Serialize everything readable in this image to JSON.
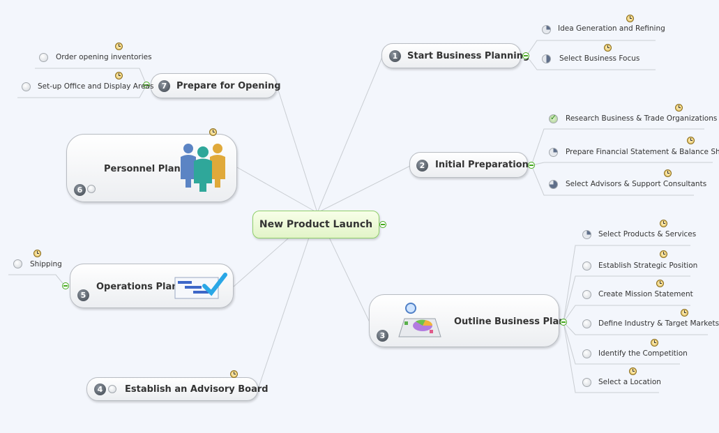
{
  "center": {
    "label": "New Product Launch"
  },
  "branches": {
    "b1": {
      "number": "1",
      "label": "Start Business Planning"
    },
    "b2": {
      "number": "2",
      "label": "Initial Preparation"
    },
    "b3": {
      "number": "3",
      "label": "Outline Business Plan"
    },
    "b4": {
      "number": "4",
      "label": "Establish an Advisory Board"
    },
    "b5": {
      "number": "5",
      "label": "Operations Plan"
    },
    "b6": {
      "number": "6",
      "label": "Personnel Plan"
    },
    "b7": {
      "number": "7",
      "label": "Prepare for Opening"
    }
  },
  "leaves": {
    "b1": [
      "Idea Generation and Refining",
      "Select Business Focus"
    ],
    "b2": [
      "Research Business & Trade Organizations",
      "Prepare Financial Statement & Balance Sheet",
      "Select Advisors & Support Consultants"
    ],
    "b3": [
      "Select Products & Services",
      "Establish Strategic Position",
      "Create Mission Statement",
      "Define Industry & Target Markets",
      "Identify the Competition",
      "Select a Location"
    ],
    "b5": [
      "Shipping"
    ],
    "b7": [
      "Order opening inventories",
      "Set-up Office and Display Areas"
    ]
  },
  "icons": {
    "clock": "clock-icon",
    "task": "task-progress-icon",
    "people": "people-icon",
    "gantt": "gantt-chart-icon",
    "chart": "pie-chart-icon",
    "collapse": "collapse-icon"
  }
}
